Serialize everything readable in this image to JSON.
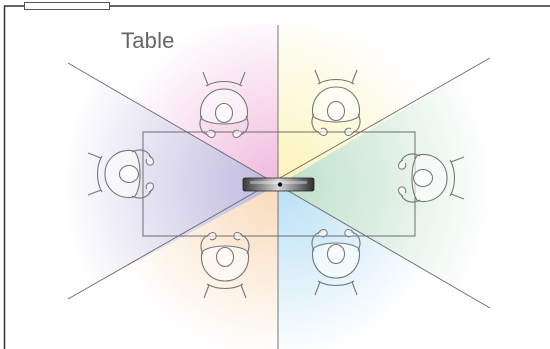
{
  "diagram": {
    "title": "Table",
    "sector_colors": {
      "left": "#b9b3dc",
      "top_left": "#f0b6dc",
      "top_right": "#fbf3b4",
      "right": "#b7ddc5",
      "bottom_right": "#b3def4",
      "bottom_left": "#f8d8b4"
    },
    "people": [
      {
        "id": "person-top-left",
        "facing": "down"
      },
      {
        "id": "person-top-right",
        "facing": "down"
      },
      {
        "id": "person-left",
        "facing": "right"
      },
      {
        "id": "person-right",
        "facing": "left"
      },
      {
        "id": "person-bottom-left",
        "facing": "up"
      },
      {
        "id": "person-bottom-right",
        "facing": "up"
      }
    ]
  }
}
